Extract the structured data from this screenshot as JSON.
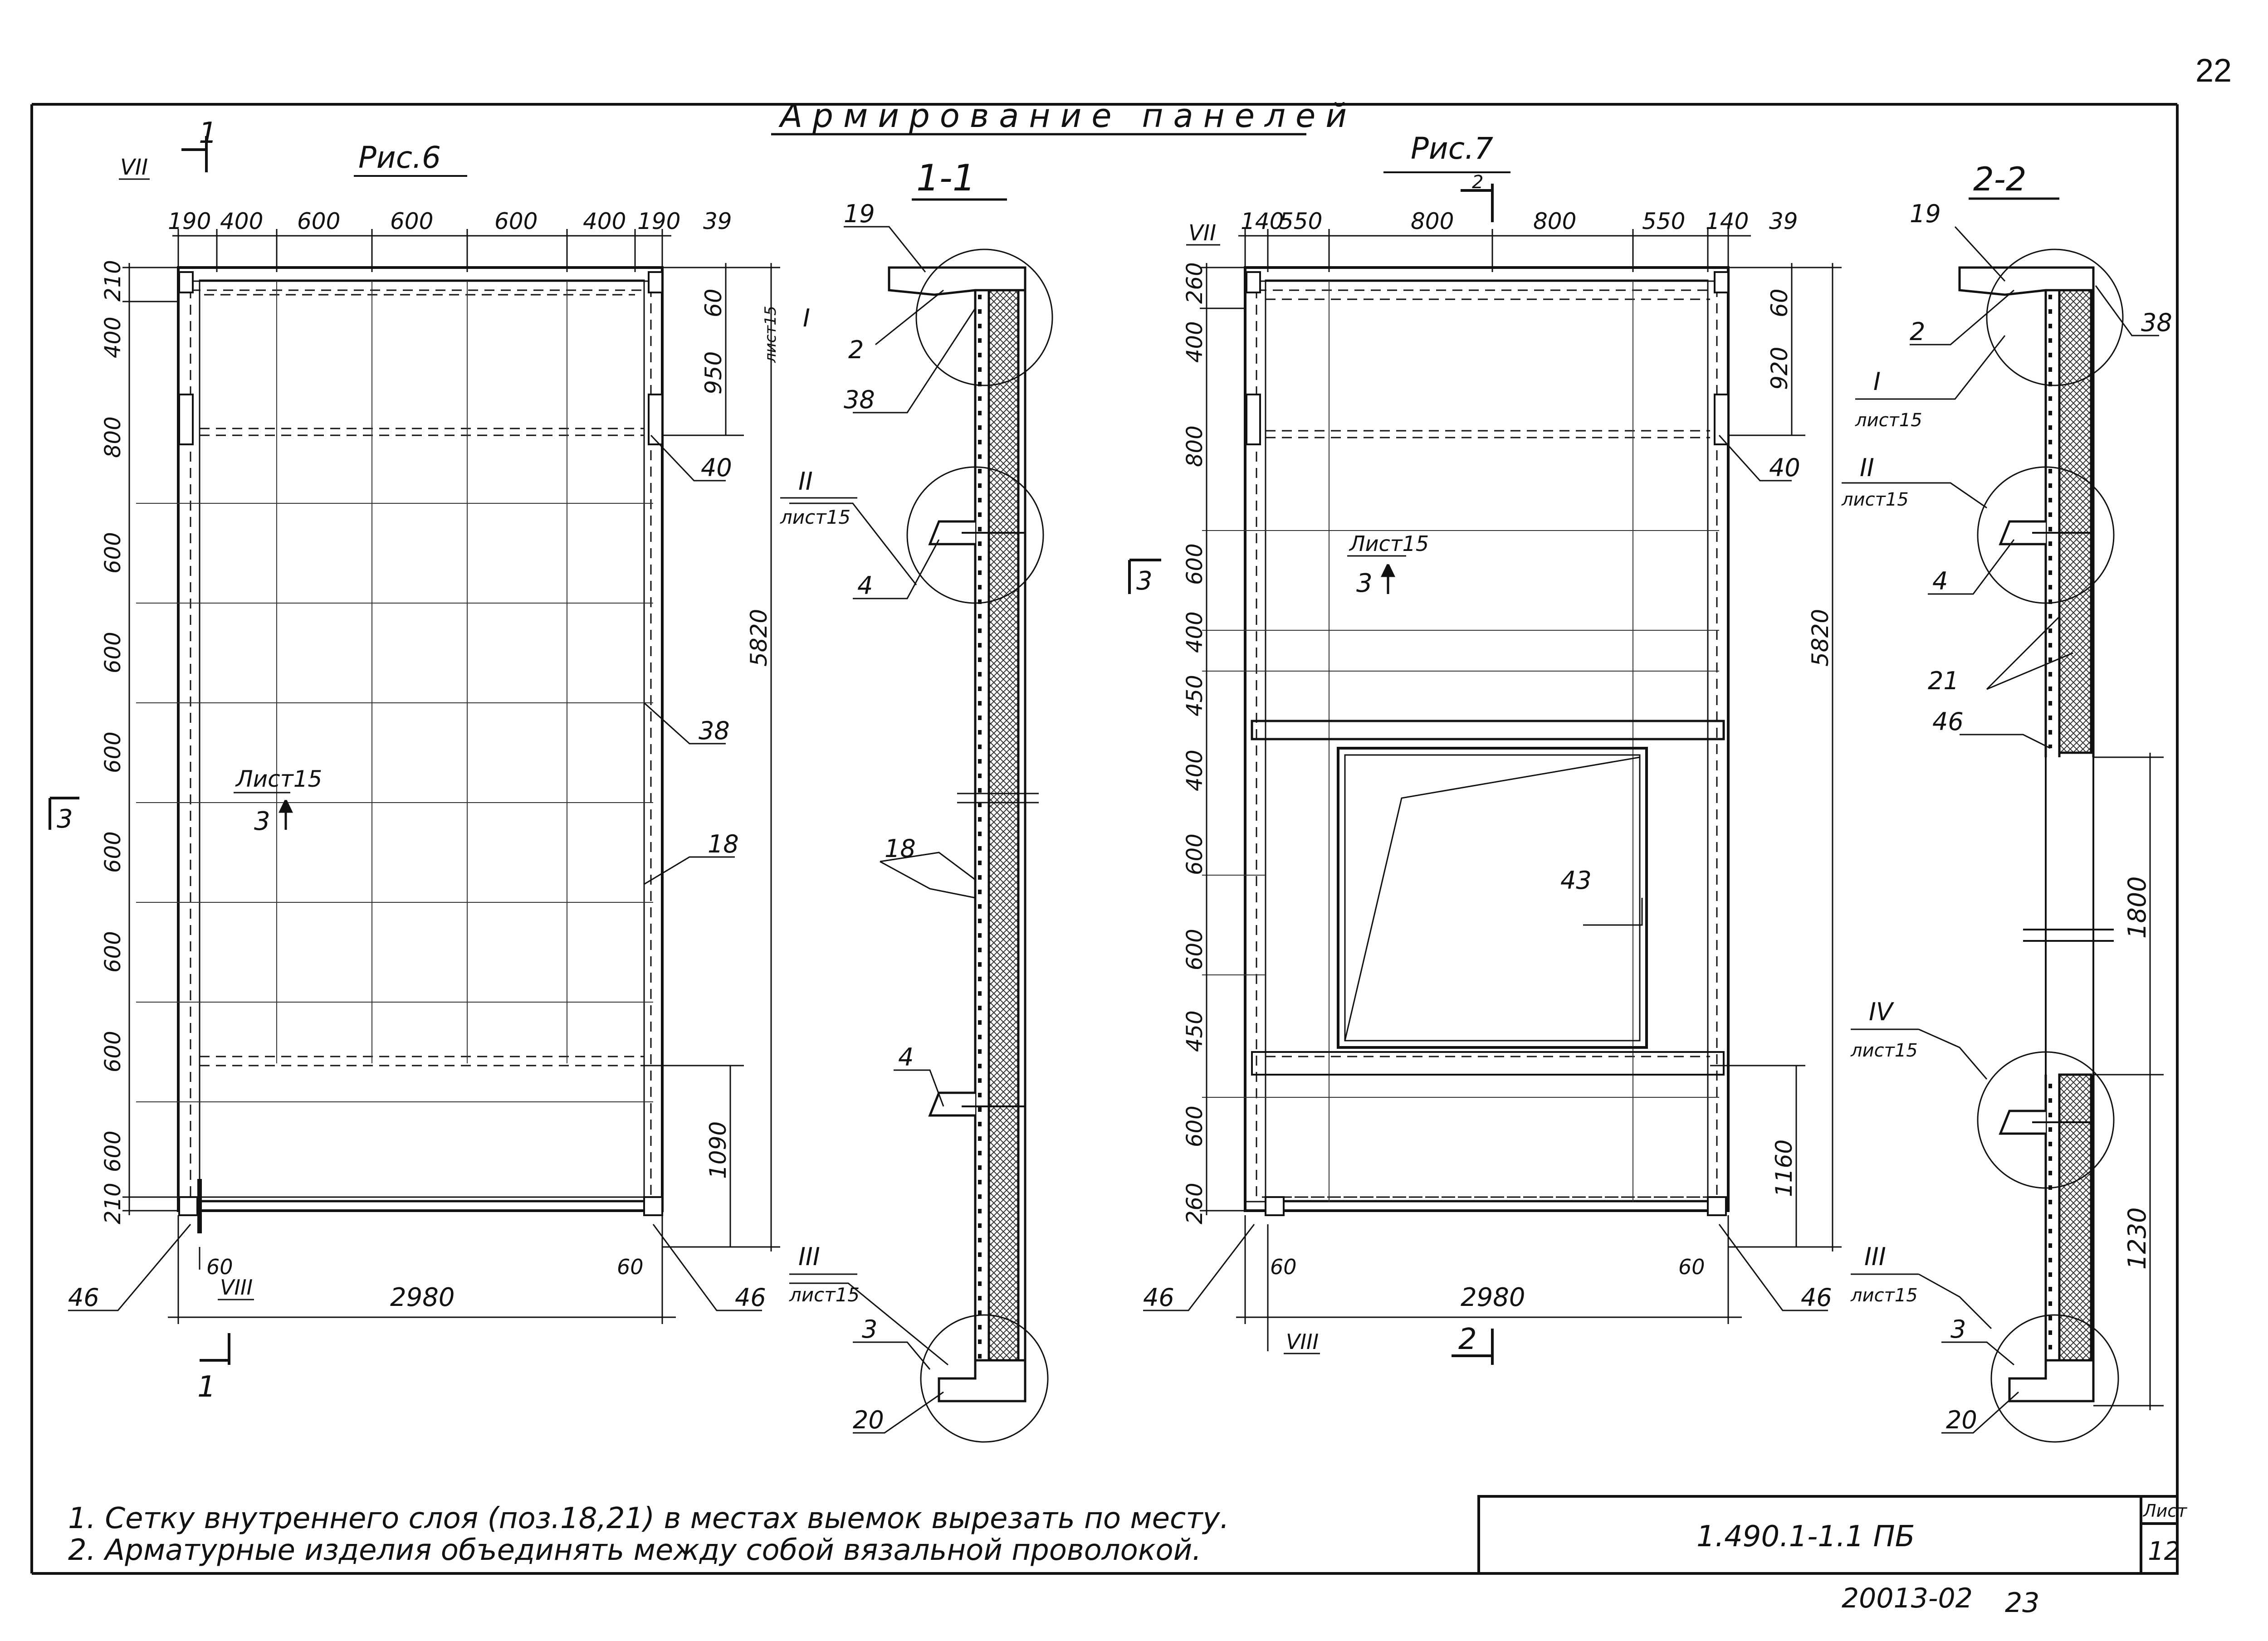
{
  "page_number": "22",
  "title": "Армирование панелей",
  "fig6": {
    "label": "Рис.6",
    "section_mark": "1",
    "top_dims": [
      "190",
      "400",
      "600",
      "600",
      "600",
      "400",
      "190"
    ],
    "top_right_dim": "39",
    "left_dims": [
      "210",
      "400",
      "800",
      "600",
      "600",
      "600",
      "600",
      "600",
      "600",
      "600",
      "210"
    ],
    "right_dims": {
      "d60": "60",
      "d950": "950",
      "d5820": "5820",
      "d1090": "1090"
    },
    "bottom_dim": "2980",
    "bottom_60_left": "60",
    "bottom_60_right": "60",
    "leaders": {
      "l40": "40",
      "l38": "38",
      "l18": "18",
      "l46a": "46",
      "l46b": "46"
    },
    "roman_vii": "VII",
    "roman_viii": "VIII",
    "sheet_ref": "Лист15",
    "sheet_ref_num": "3",
    "side_mark": "3",
    "cut_bottom": "1"
  },
  "sec11": {
    "label": "1-1",
    "leaders": {
      "l19": "19",
      "l2": "2",
      "l38": "38",
      "l4a": "4",
      "l18": "18",
      "l4b": "4",
      "l3": "3",
      "l20": "20"
    },
    "callout_I": "I",
    "callout_I_sheet": "лист15",
    "callout_II": "II",
    "callout_II_sheet": "лист15",
    "callout_III": "III",
    "callout_III_sheet": "лист15"
  },
  "fig7": {
    "label": "Рис.7",
    "section_mark": "2",
    "top_dims": [
      "140",
      "550",
      "800",
      "800",
      "550",
      "140"
    ],
    "top_right_dim": "39",
    "left_dims": [
      "260",
      "400",
      "800",
      "600",
      "400",
      "450",
      "400",
      "600",
      "600",
      "450",
      "600",
      "260"
    ],
    "right_dims": {
      "d60": "60",
      "d920": "920",
      "d5820": "5820",
      "d1160": "1160"
    },
    "bottom_dim": "2980",
    "bottom_60_left": "60",
    "bottom_60_right": "60",
    "leaders": {
      "l40": "40",
      "l43": "43",
      "l46a": "46",
      "l46b": "46"
    },
    "roman_vii": "VII",
    "roman_viii": "VIII",
    "sheet_ref": "Лист15",
    "sheet_ref_num": "3",
    "side_mark": "3",
    "cut_bottom": "2"
  },
  "sec22": {
    "label": "2-2",
    "leaders": {
      "l19": "19",
      "l2": "2",
      "l38": "38",
      "l4": "4",
      "l21": "21",
      "l46": "46",
      "l3": "3",
      "l20": "20"
    },
    "dims": {
      "d1800": "1800",
      "d1230": "1230"
    },
    "callout_I": "I",
    "callout_I_sheet": "лист15",
    "callout_II": "II",
    "callout_II_sheet": "лист15",
    "callout_IV": "IV",
    "callout_IV_sheet": "лист15",
    "callout_III": "III",
    "callout_III_sheet": "лист15"
  },
  "notes": [
    "1. Сетку внутреннего слоя (поз.18,21) в местах выемок вырезать по месту.",
    "2. Арматурные изделия объединять между собой вязальной проволокой."
  ],
  "title_block": {
    "code": "1.490.1-1.1 ПБ",
    "sheet_label": "Лист",
    "sheet_number": "12"
  },
  "footer_code": "20013-02",
  "footer_page": "23"
}
